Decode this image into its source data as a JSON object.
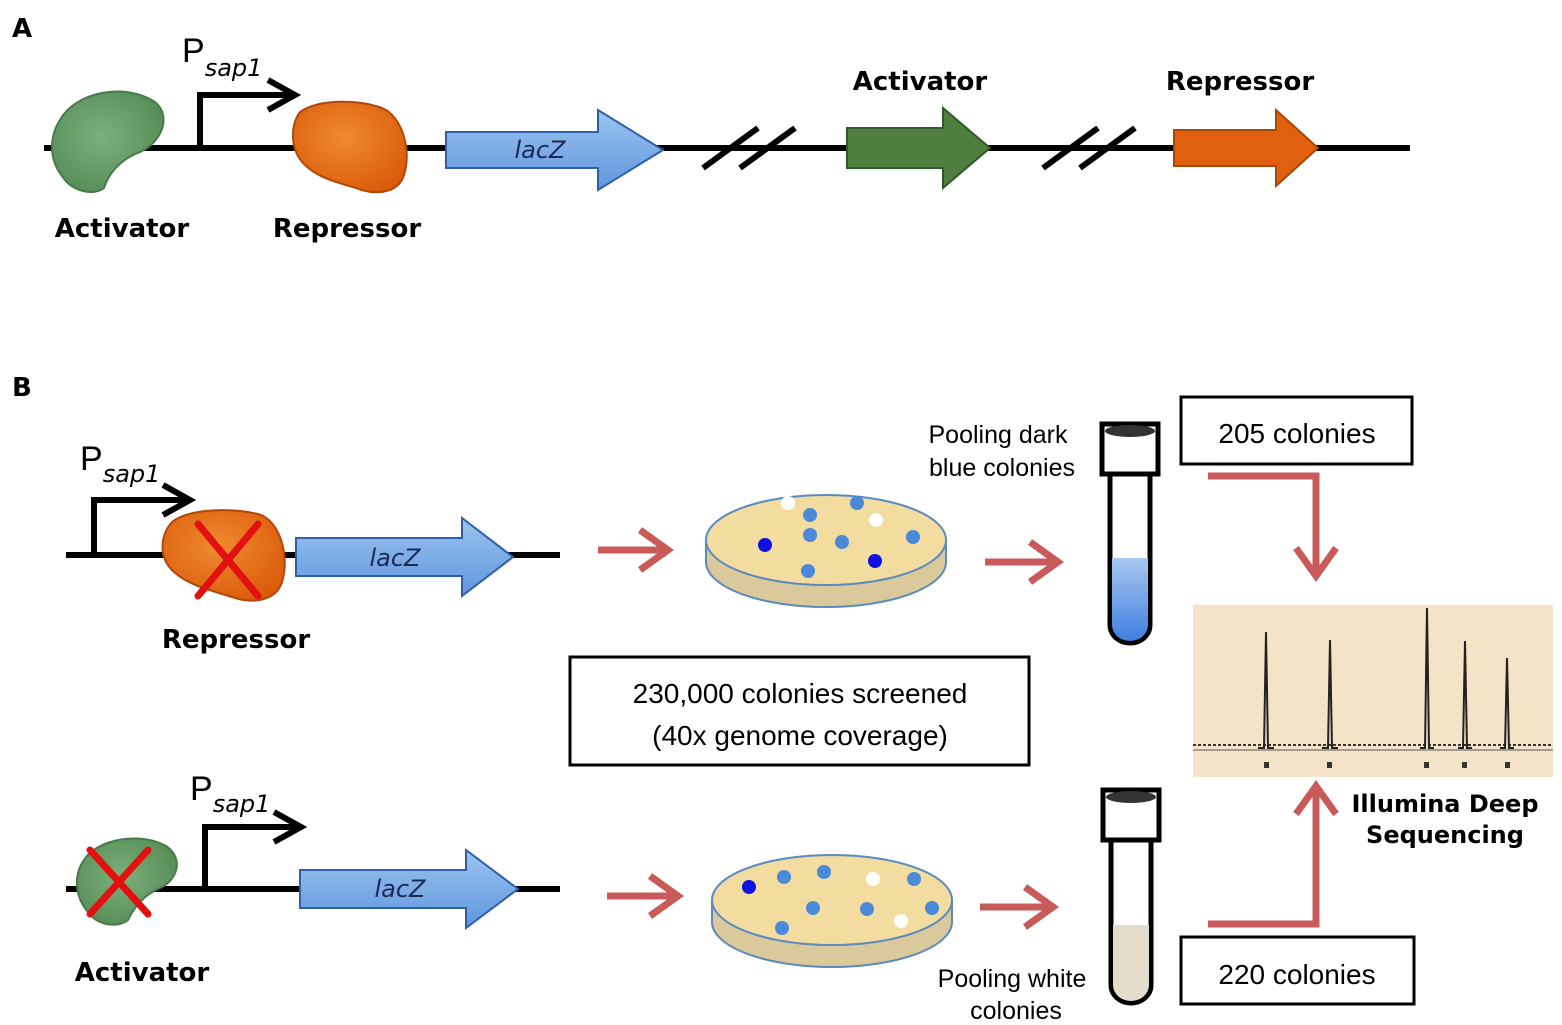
{
  "panels": {
    "a": {
      "letter": "A"
    },
    "b": {
      "letter": "B"
    }
  },
  "promoter": {
    "prefix": "P",
    "subscript": "sap1"
  },
  "gene": {
    "lacz": "lacZ"
  },
  "proteins": {
    "activator": "Activator",
    "repressor": "Repressor"
  },
  "screen": {
    "line1": "230,000 colonies screened",
    "line2": "(40x genome coverage)"
  },
  "pooling": {
    "blue_line1": "Pooling dark",
    "blue_line2": "blue colonies",
    "white_line1": "Pooling white",
    "white_line2": "colonies"
  },
  "counts": {
    "top": "205 colonies",
    "bottom": "220 colonies"
  },
  "sequencing": {
    "line1": "Illumina Deep",
    "line2": "Sequencing"
  },
  "colors": {
    "activator": "#4f7f3f",
    "activator_protein": "#5e9a5c",
    "repressor": "#e06010",
    "lacz": "#7faee6",
    "flow_arrow": "#c95a5a",
    "plate": "#f2dca0",
    "dark_blue_colony": "#1010e0",
    "light_blue_colony": "#4a8ad8"
  }
}
